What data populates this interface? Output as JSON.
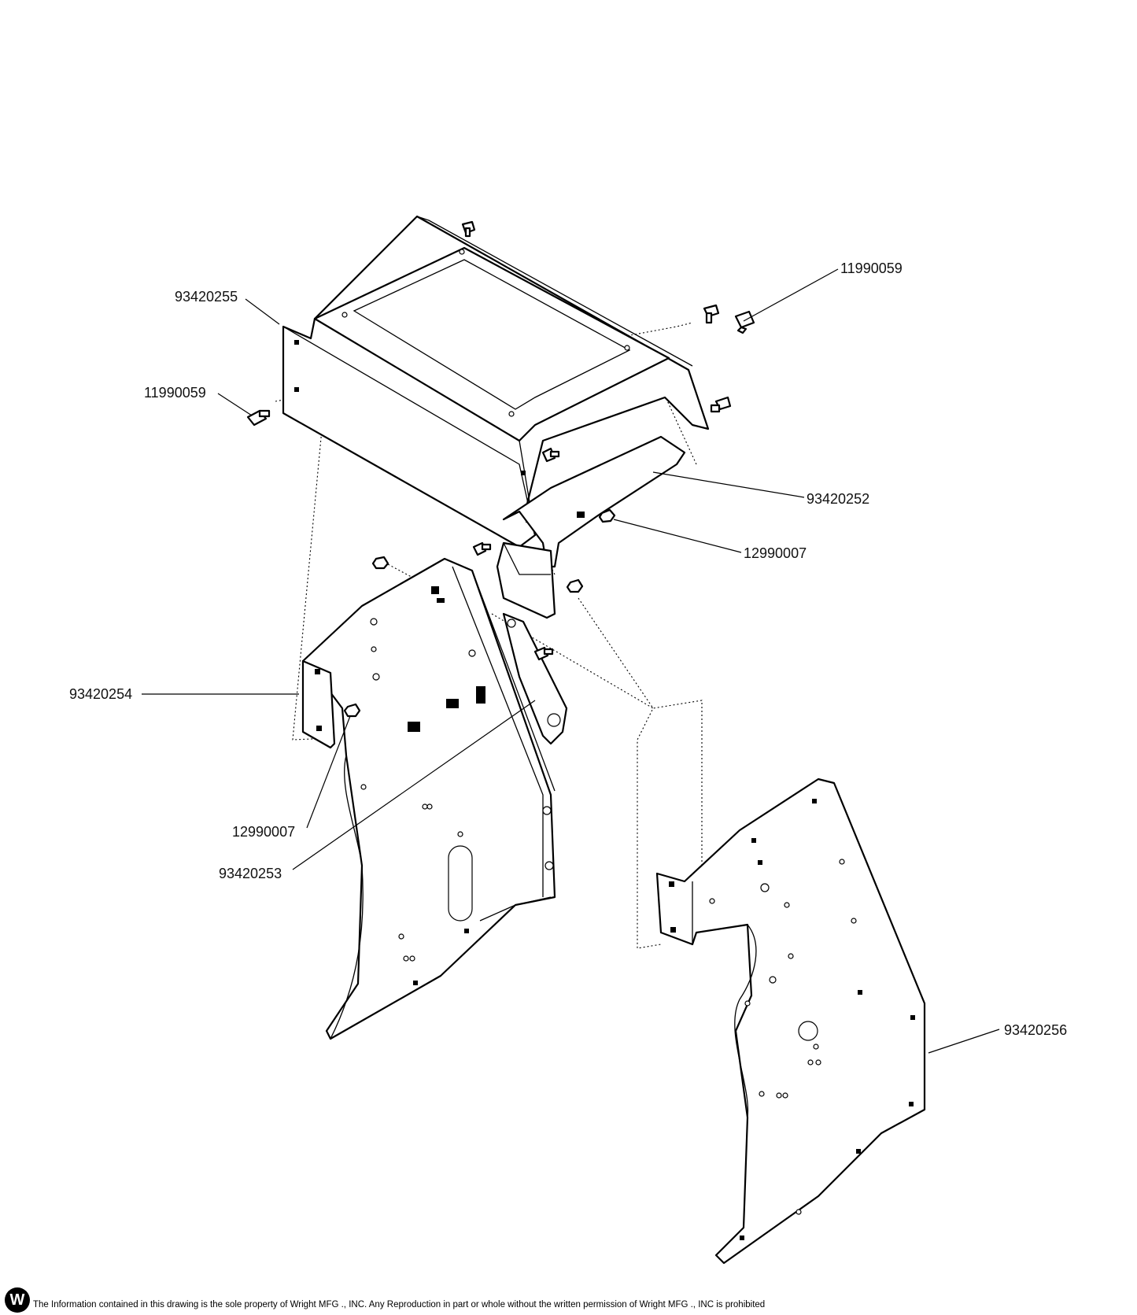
{
  "callouts": [
    {
      "id": "c1",
      "label": "11990059"
    },
    {
      "id": "c2",
      "label": "93420255"
    },
    {
      "id": "c3",
      "label": "11990059"
    },
    {
      "id": "c4",
      "label": "93420252"
    },
    {
      "id": "c5",
      "label": "12990007"
    },
    {
      "id": "c6",
      "label": "93420254"
    },
    {
      "id": "c7",
      "label": "12990007"
    },
    {
      "id": "c8",
      "label": "93420253"
    },
    {
      "id": "c9",
      "label": "93420256"
    }
  ],
  "footer": {
    "logo_letter": "W",
    "notice": "The Information contained in this drawing is the sole property of Wright MFG ., INC. Any Reproduction in part or whole without the written permission of Wright MFG ., INC is prohibited"
  }
}
